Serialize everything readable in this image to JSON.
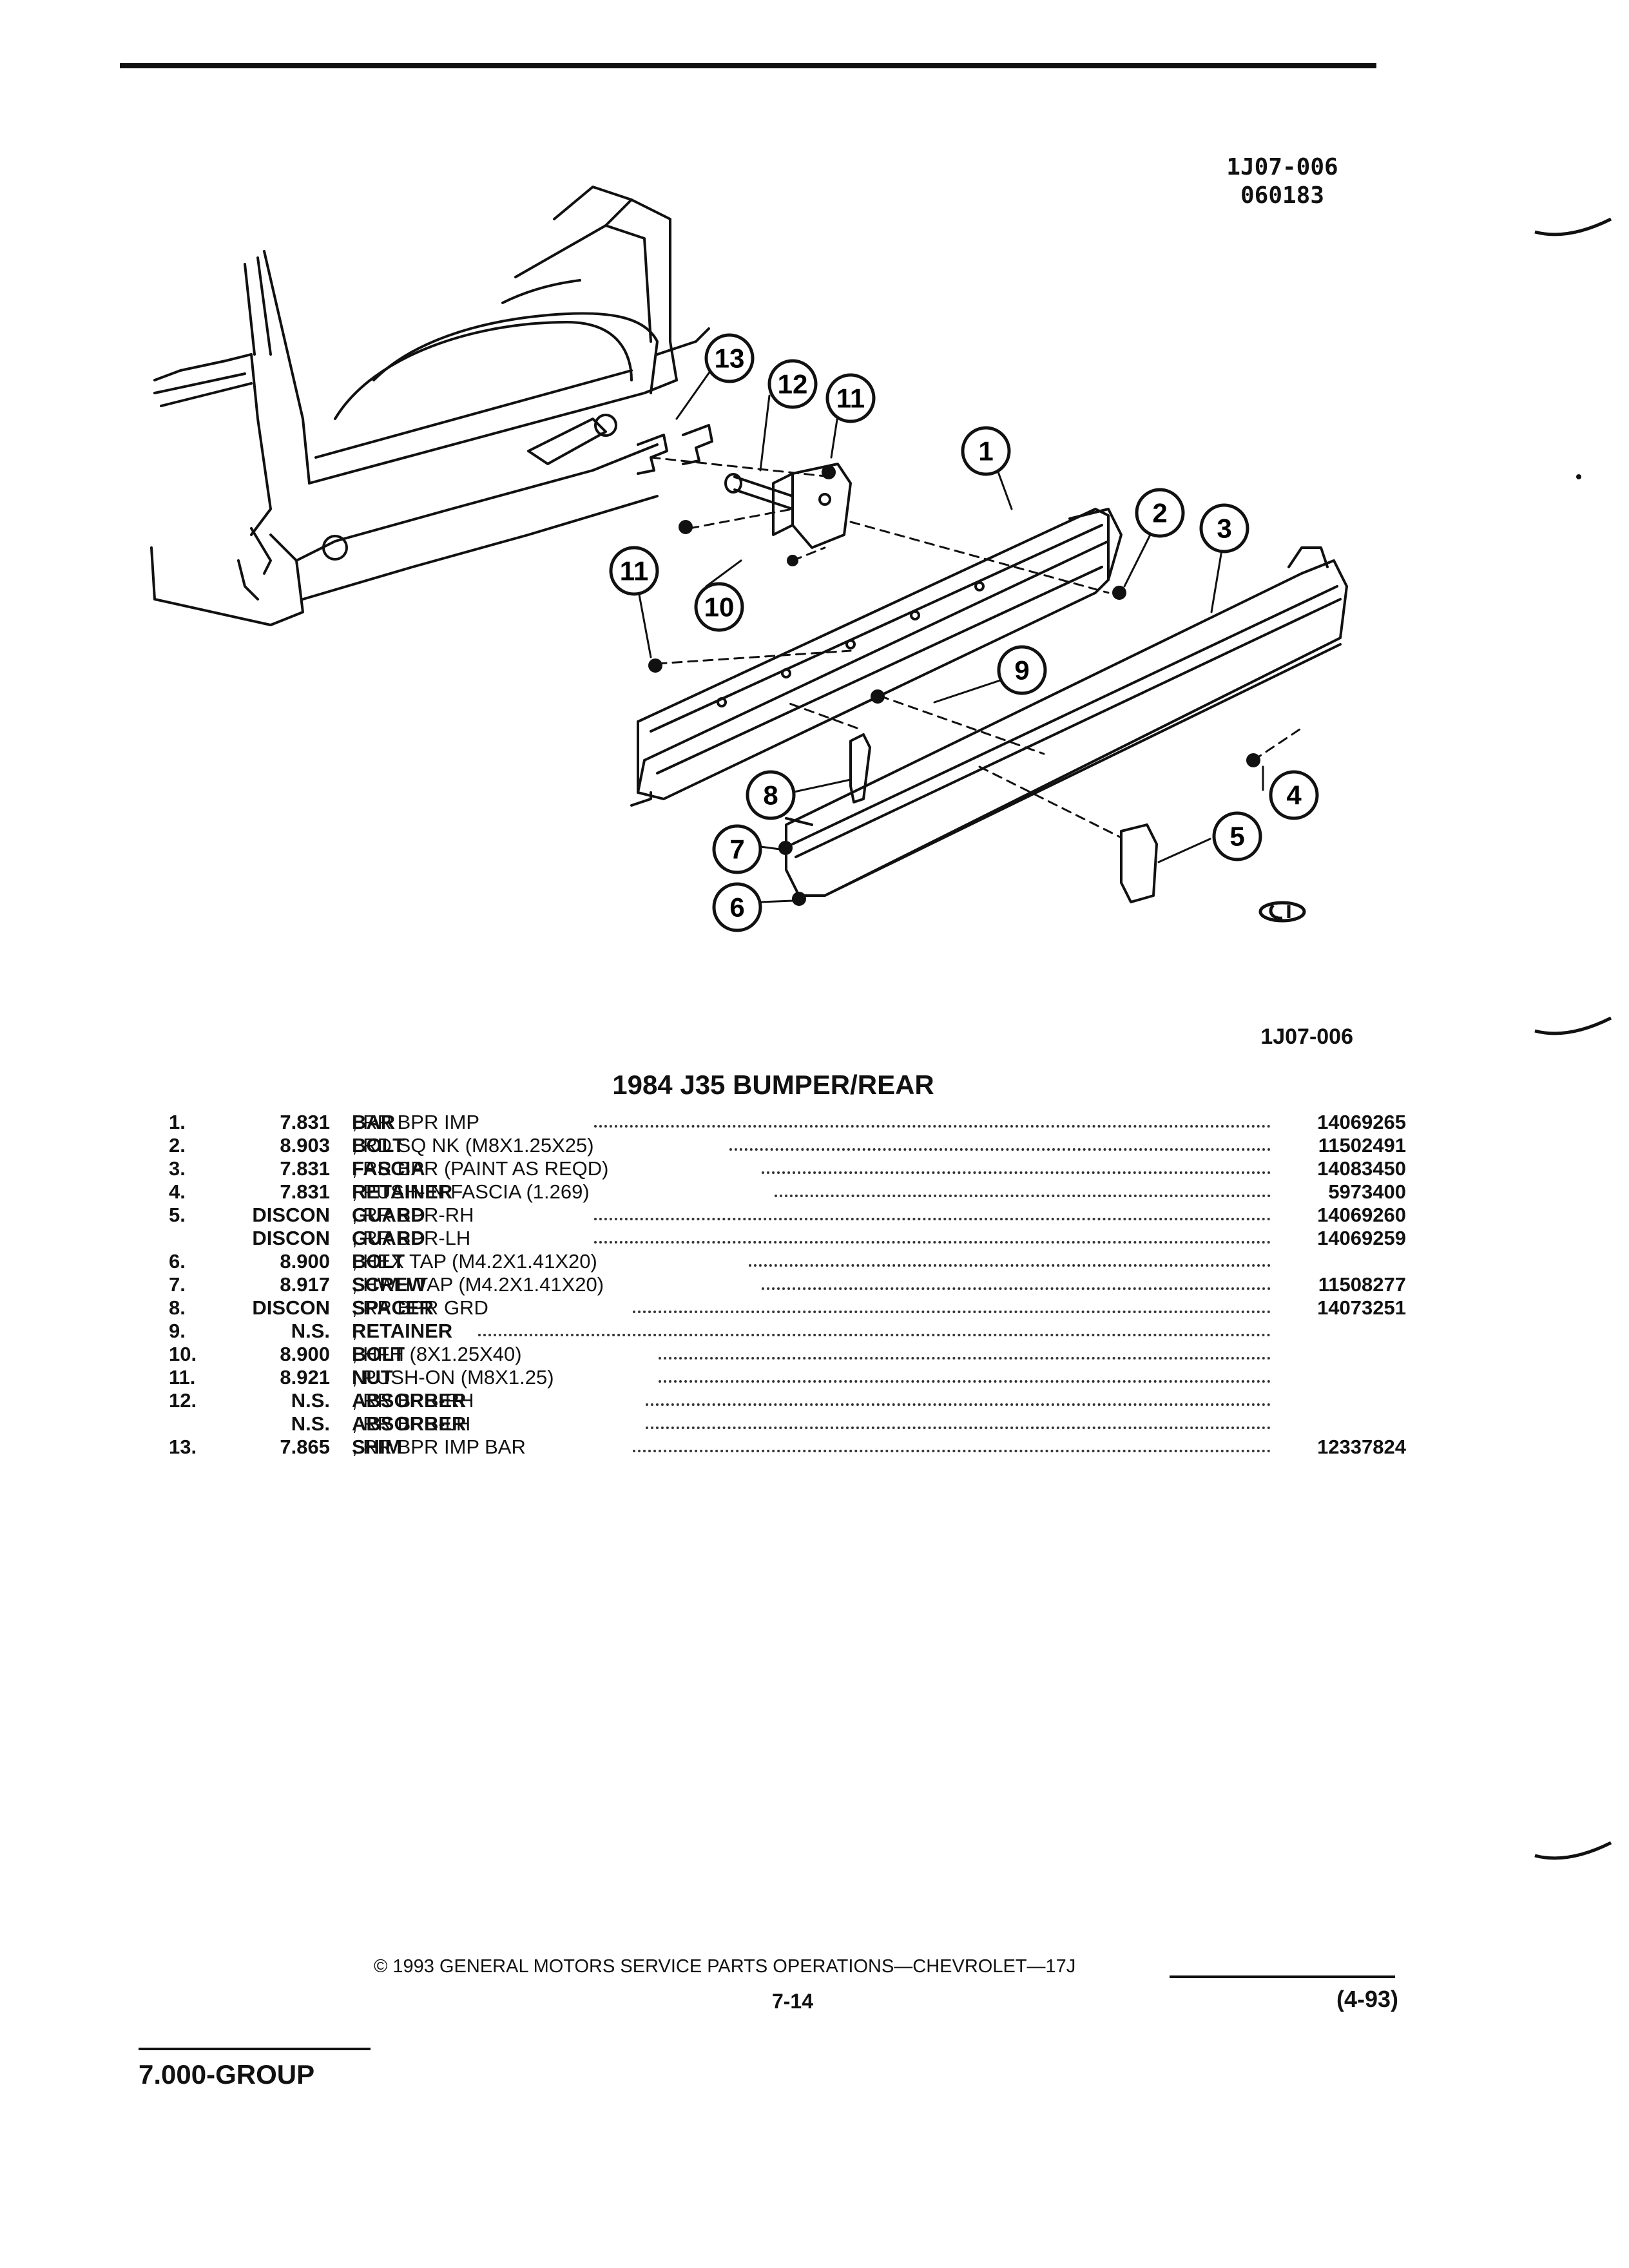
{
  "header": {
    "illustration_ref": "1J07-006",
    "illustration_date": "060183"
  },
  "figure": {
    "caption_ref": "1J07-006",
    "callouts": [
      "13",
      "12",
      "11",
      "1",
      "2",
      "3",
      "11",
      "10",
      "9",
      "8",
      "4",
      "7",
      "5",
      "6"
    ]
  },
  "section": {
    "title": "1984 J35 BUMPER/REAR"
  },
  "parts": [
    {
      "no": "1.",
      "group": "7.831",
      "name": "BAR",
      "desc": ", RR BPR IMP",
      "pn": "14069265"
    },
    {
      "no": "2.",
      "group": "8.903",
      "name": "BOLT",
      "desc": ", RD SQ NK (M8X1.25X25)",
      "pn": "11502491"
    },
    {
      "no": "3.",
      "group": "7.831",
      "name": "FASCIA",
      "desc": ", RR BPR (PAINT AS REQD)",
      "pn": "14083450"
    },
    {
      "no": "4.",
      "group": "7.831",
      "name": "RETAINER",
      "desc": ", PUSH-IN FASCIA (1.269)",
      "pn": "5973400"
    },
    {
      "no": "5.",
      "group": "DISCON",
      "name": "GUARD",
      "desc": ", RR BPR-RH",
      "pn": "14069260"
    },
    {
      "no": "",
      "group": "DISCON",
      "name": "GUARD",
      "desc": ", RR BPR-LH",
      "pn": "14069259"
    },
    {
      "no": "6.",
      "group": "8.900",
      "name": "BOLT",
      "desc": ", HEX TAP (M4.2X1.41X20)",
      "pn": ""
    },
    {
      "no": "7.",
      "group": "8.917",
      "name": "SCREW",
      "desc": ", HWH TAP (M4.2X1.41X20)",
      "pn": "11508277"
    },
    {
      "no": "8.",
      "group": "DISCON",
      "name": "SPACER",
      "desc": ", RR BPR GRD",
      "pn": "14073251"
    },
    {
      "no": "9.",
      "group": "N.S.",
      "name": "RETAINER",
      "desc": ",",
      "pn": ""
    },
    {
      "no": "10.",
      "group": "8.900",
      "name": "BOLT",
      "desc": ", HFH (8X1.25X40)",
      "pn": ""
    },
    {
      "no": "11.",
      "group": "8.921",
      "name": "NUT",
      "desc": ", PUSH-ON (M8X1.25)",
      "pn": ""
    },
    {
      "no": "12.",
      "group": "N.S.",
      "name": "ABSORBER",
      "desc": ", RR BPR-RH",
      "pn": ""
    },
    {
      "no": "",
      "group": "N.S.",
      "name": "ABSORBER",
      "desc": ", RR BPR-LH",
      "pn": ""
    },
    {
      "no": "13.",
      "group": "7.865",
      "name": "SHIM",
      "desc": ", RR BPR IMP BAR",
      "pn": "12337824"
    }
  ],
  "footer": {
    "group": "7.000-GROUP",
    "copyright": "© 1993 GENERAL MOTORS SERVICE PARTS OPERATIONS—CHEVROLET—17J",
    "page": "7-14",
    "revision": "(4-93)"
  }
}
